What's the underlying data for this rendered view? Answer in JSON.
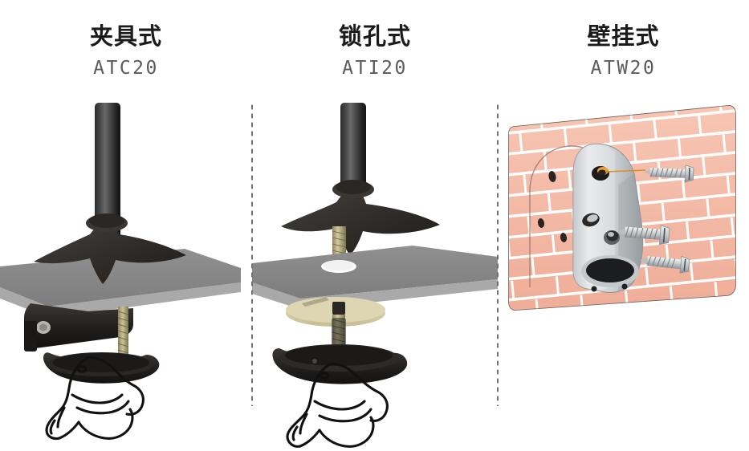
{
  "page": {
    "background_color": "#ffffff",
    "layout": "three-column product mounting-option comparison",
    "divider_style": "vertical dotted line",
    "divider_color": "#6f6f75"
  },
  "columns": [
    {
      "id": "clamp",
      "title": "夹具式",
      "code": "ATC20",
      "illustration": {
        "name": "desk-clamp-mount-illustration",
        "description": "black monitor-arm pole on an X-shaped base clamped to the edge of a gray desk, a hand turning the clamp knob underneath",
        "parts": [
          "pole",
          "x-base",
          "desk",
          "c-clamp",
          "thread-bolt",
          "knob",
          "hand"
        ],
        "colors": {
          "pole": "#262626",
          "base": "#2e2b29",
          "desk_top": "#878787",
          "desk_edge": "#ababab",
          "thread": "#b9ad82",
          "hand_outline": "#111111"
        }
      }
    },
    {
      "id": "grommet",
      "title": "锁孔式",
      "code": "ATI20",
      "illustration": {
        "name": "grommet-mount-illustration",
        "description": "black pole with X-shaped base sitting on a gray desk, a threaded bolt passing through a grommet hole with a washer plate and knob tightened by a hand below",
        "parts": [
          "pole",
          "x-base",
          "desk",
          "grommet-hole",
          "thread-bolt",
          "washer-plate",
          "knob",
          "hand"
        ],
        "colors": {
          "pole": "#262626",
          "base": "#2e2b29",
          "desk_top": "#878787",
          "desk_edge": "#ababab",
          "washer": "#d9d2b0",
          "thread": "#b9ad82",
          "hand_outline": "#111111"
        }
      }
    },
    {
      "id": "wall",
      "title": "壁挂式",
      "code": "ATW20",
      "illustration": {
        "name": "wall-mount-illustration",
        "description": "silver teardrop wall bracket with keyhole slots mounted on a salmon-colored brick wall panel, three screws shown going into the wall",
        "parts": [
          "brick-wall-panel",
          "wall-bracket",
          "keyhole-slots",
          "screws",
          "dashed-outline"
        ],
        "screw_count": 3,
        "colors": {
          "brick": "#eeae99",
          "brick_light": "#f6c4b2",
          "mortar": "#ffffff",
          "panel_border": "#6b5b58",
          "bracket": "#d4d6d8",
          "bracket_shadow": "#9fa3a6",
          "screw": "#c9ccce"
        }
      }
    }
  ]
}
